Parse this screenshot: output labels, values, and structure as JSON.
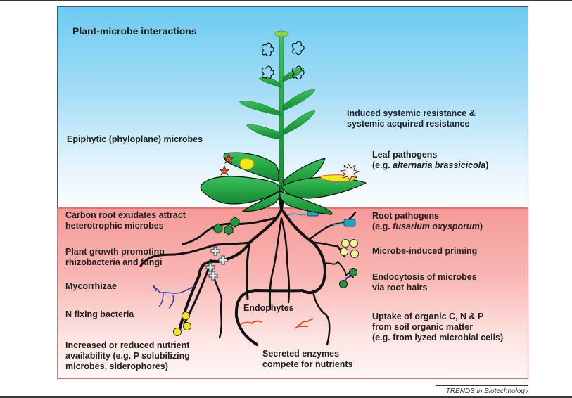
{
  "figure": {
    "title": "Plant-microbe interactions",
    "credit": "TRENDS in Biotechnology",
    "colors": {
      "sky_top": "#6ccbf2",
      "soil_top": "#f59a98",
      "leaf_green": "#1e9a3c",
      "root_black": "#111111",
      "pathogen_yellow": "#f3e81a",
      "mycorrhizae_blue": "#2b3aa0",
      "endophyte_orange": "#ee4a1c",
      "exudate_green": "#1a9a3a",
      "pgpr_cyan": "#c8eef2",
      "root_pathogen_teal": "#19a9b0",
      "priming_yellow": "#fbf59a",
      "nfix_yellow": "#f5e60f"
    }
  },
  "above_ground": {
    "epiphytic": "Epiphytic (phyloplane) microbes",
    "isr_line1": "Induced systemic resistance &",
    "isr_line2": "systemic acquired resistance",
    "leaf_path_line1": "Leaf pathogens",
    "leaf_path_prefix": "(e.g. ",
    "leaf_path_species": "alternaria brassicicola",
    "leaf_path_suffix": ")"
  },
  "below_ground": {
    "carbon_line1": "Carbon root exudates attract",
    "carbon_line2": "heterotrophic microbes",
    "pgpr_line1": "Plant growth promoting",
    "pgpr_line2": "rhizobacteria and fungi",
    "mycorrhizae": "Mycorrhizae",
    "nfix": "N fixing bacteria",
    "nutrient_line1": "Increased or reduced nutrient",
    "nutrient_line2": "availability (e.g. P solubilizing",
    "nutrient_line3": "microbes, siderophores)",
    "endophytes": "Endophytes",
    "enzymes_line1": "Secreted enzymes",
    "enzymes_line2": "compete for nutrients",
    "root_path_line1": "Root pathogens",
    "root_path_prefix": "(e.g. ",
    "root_path_species": "fusarium oxysporum",
    "root_path_suffix": ")",
    "priming": "Microbe-induced priming",
    "endocytosis_line1": "Endocytosis of microbes",
    "endocytosis_line2": "via root hairs",
    "uptake_line1": "Uptake of organic C, N & P",
    "uptake_line2": "from soil organic matter",
    "uptake_line3": "(e.g. from lyzed microbial cells)"
  }
}
